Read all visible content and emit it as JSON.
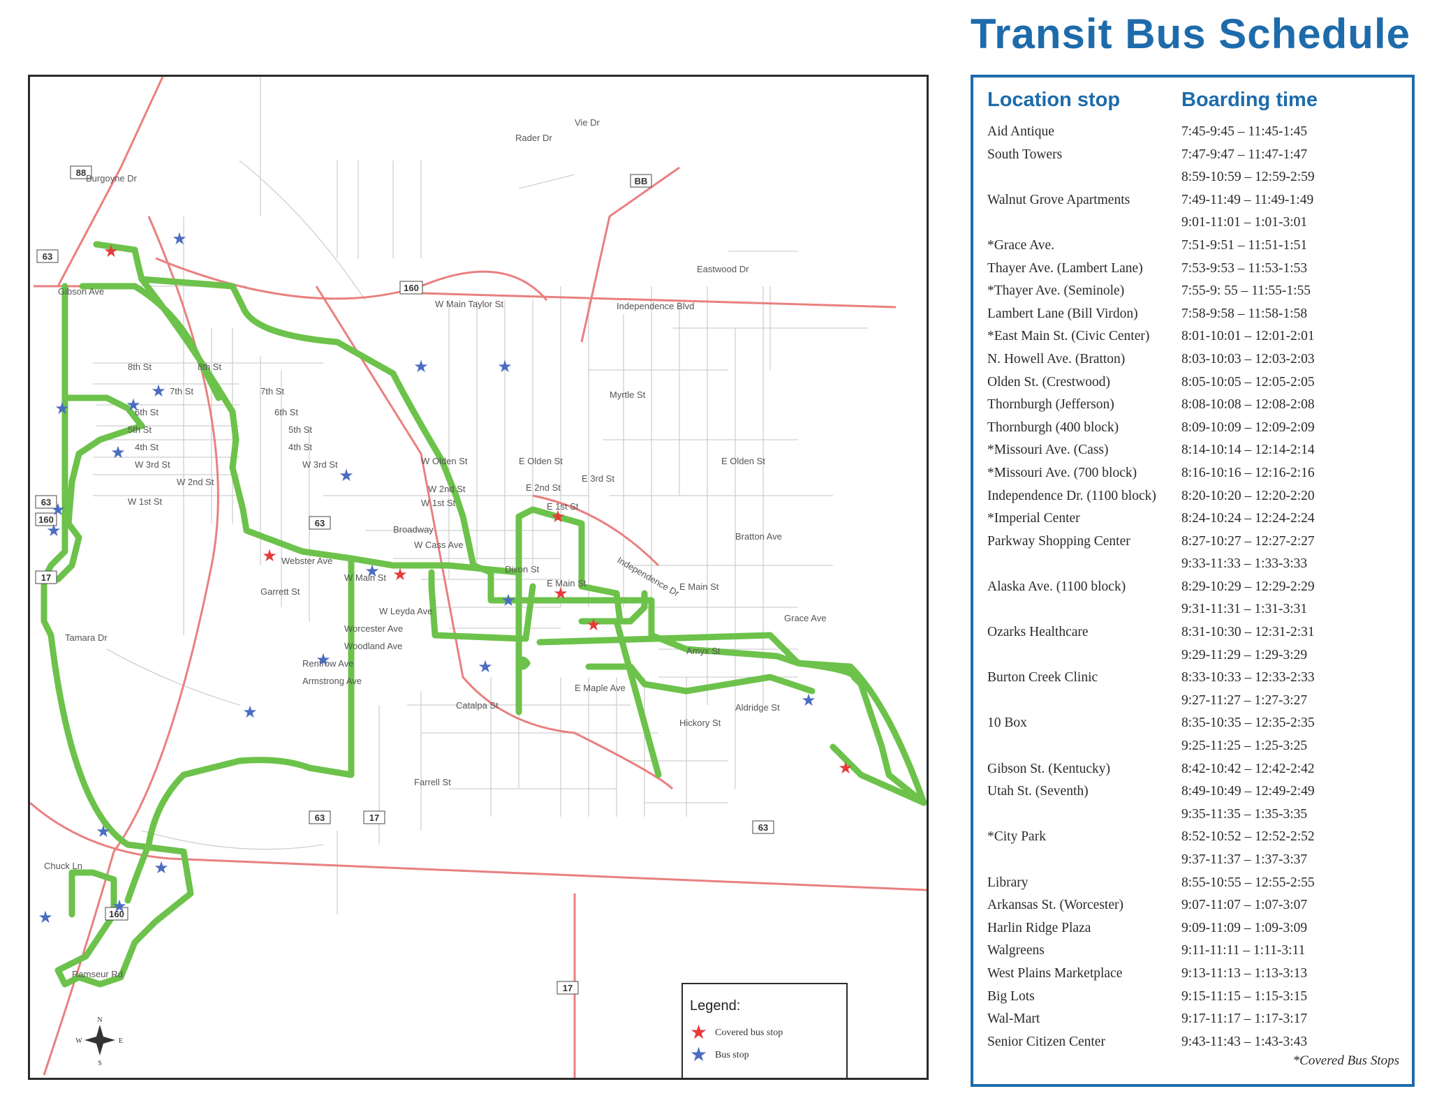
{
  "title": "Transit Bus Schedule",
  "colors": {
    "accent": "#1e6bab",
    "route": "#6cc24a",
    "highway": "#e9807f",
    "covered_star": "#e63b3b",
    "bus_stop_star": "#4b6cc1"
  },
  "schedule": {
    "col_location": "Location stop",
    "col_time": "Boarding time",
    "rows": [
      {
        "location": "Aid Antique",
        "time": "7:45-9:45 – 11:45-1:45"
      },
      {
        "location": "South Towers",
        "time": "7:47-9:47 – 11:47-1:47"
      },
      {
        "location": "",
        "time": "8:59-10:59 – 12:59-2:59"
      },
      {
        "location": "Walnut Grove Apartments",
        "time": "7:49-11:49 – 11:49-1:49"
      },
      {
        "location": "",
        "time": "9:01-11:01 – 1:01-3:01"
      },
      {
        "location": "*Grace Ave.",
        "time": "7:51-9:51 – 11:51-1:51"
      },
      {
        "location": "Thayer Ave. (Lambert Lane)",
        "time": "7:53-9:53 – 11:53-1:53"
      },
      {
        "location": "*Thayer Ave. (Seminole)",
        "time": "7:55-9: 55 – 11:55-1:55"
      },
      {
        "location": "Lambert Lane (Bill Virdon)",
        "time": "7:58-9:58 – 11:58-1:58"
      },
      {
        "location": "*East Main St. (Civic Center)",
        "time": "8:01-10:01 – 12:01-2:01"
      },
      {
        "location": "N. Howell Ave. (Bratton)",
        "time": "8:03-10:03 – 12:03-2:03"
      },
      {
        "location": "Olden St. (Crestwood)",
        "time": "8:05-10:05 – 12:05-2:05"
      },
      {
        "location": "Thornburgh (Jefferson)",
        "time": "8:08-10:08 – 12:08-2:08"
      },
      {
        "location": "Thornburgh (400 block)",
        "time": "8:09-10:09 – 12:09-2:09"
      },
      {
        "location": "*Missouri Ave. (Cass)",
        "time": "8:14-10:14 – 12:14-2:14"
      },
      {
        "location": "*Missouri Ave. (700 block)",
        "time": "8:16-10:16 – 12:16-2:16"
      },
      {
        "location": "Independence Dr. (1100 block)",
        "time": "8:20-10:20 – 12:20-2:20"
      },
      {
        "location": "*Imperial Center",
        "time": "8:24-10:24 – 12:24-2:24"
      },
      {
        "location": "Parkway Shopping Center",
        "time": "8:27-10:27 – 12:27-2:27"
      },
      {
        "location": "",
        "time": "9:33-11:33 – 1:33-3:33"
      },
      {
        "location": "Alaska Ave. (1100 block)",
        "time": "8:29-10:29 – 12:29-2:29"
      },
      {
        "location": "",
        "time": "9:31-11:31 – 1:31-3:31"
      },
      {
        "location": "Ozarks Healthcare",
        "time": "8:31-10:30 – 12:31-2:31"
      },
      {
        "location": "",
        "time": "9:29-11:29 – 1:29-3:29"
      },
      {
        "location": "Burton Creek Clinic",
        "time": "8:33-10:33 – 12:33-2:33"
      },
      {
        "location": "",
        "time": "9:27-11:27 – 1:27-3:27"
      },
      {
        "location": "10 Box",
        "time": "8:35-10:35 – 12:35-2:35"
      },
      {
        "location": "",
        "time": "9:25-11:25 – 1:25-3:25"
      },
      {
        "location": "Gibson St. (Kentucky)",
        "time": "8:42-10:42 – 12:42-2:42"
      },
      {
        "location": "Utah St. (Seventh)",
        "time": "8:49-10:49 – 12:49-2:49"
      },
      {
        "location": "",
        "time": "9:35-11:35 – 1:35-3:35"
      },
      {
        "location": "*City Park",
        "time": "8:52-10:52 – 12:52-2:52"
      },
      {
        "location": "",
        "time": "9:37-11:37 – 1:37-3:37"
      },
      {
        "location": "Library",
        "time": "8:55-10:55 – 12:55-2:55"
      },
      {
        "location": "Arkansas St. (Worcester)",
        "time": "9:07-11:07 – 1:07-3:07"
      },
      {
        "location": "Harlin Ridge Plaza",
        "time": "9:09-11:09 – 1:09-3:09"
      },
      {
        "location": "Walgreens",
        "time": "9:11-11:11 – 1:11-3:11"
      },
      {
        "location": "West Plains Marketplace",
        "time": "9:13-11:13 – 1:13-3:13"
      },
      {
        "location": "Big Lots",
        "time": "9:15-11:15 – 1:15-3:15"
      },
      {
        "location": "Wal-Mart",
        "time": "9:17-11:17 – 1:17-3:17"
      },
      {
        "location": "Senior Citizen Center",
        "time": "9:43-11:43 – 1:43-3:43"
      }
    ],
    "footnote": "*Covered Bus Stops"
  },
  "legend": {
    "title": "Legend:",
    "covered": "Covered bus stop",
    "bus_stop": "Bus stop"
  },
  "map_labels": {
    "streets": [
      "Burgoyne Dr",
      "Rader Dr",
      "Vie Dr",
      "Eastwood Dr",
      "W Main St",
      "Broadway",
      "E Main St",
      "Grace Ave",
      "Bratton Ave",
      "Webster Ave",
      "W Cass Ave",
      "E Olden St",
      "W Olden St",
      "Myrtle St",
      "Gibson Ave",
      "8th St",
      "7th St",
      "6th St",
      "5th St",
      "4th St",
      "W 3rd St",
      "W 2nd St",
      "W 1st St",
      "Garrett St",
      "W Leyda Ave",
      "Worcester Ave",
      "Woodland Ave",
      "Renfrow Ave",
      "Armstrong Ave",
      "Catalpa St",
      "Farrell St",
      "Aldridge St",
      "Hickory St",
      "Amyx St",
      "E Maple Ave",
      "Ramseur Rd",
      "Chuck Ln",
      "Tamara Dr",
      "Dixon St",
      "Independence Dr"
    ],
    "shields": [
      "63",
      "160",
      "BB",
      "17"
    ]
  },
  "compass": {
    "n": "N",
    "s": "S",
    "e": "E",
    "w": "W"
  }
}
